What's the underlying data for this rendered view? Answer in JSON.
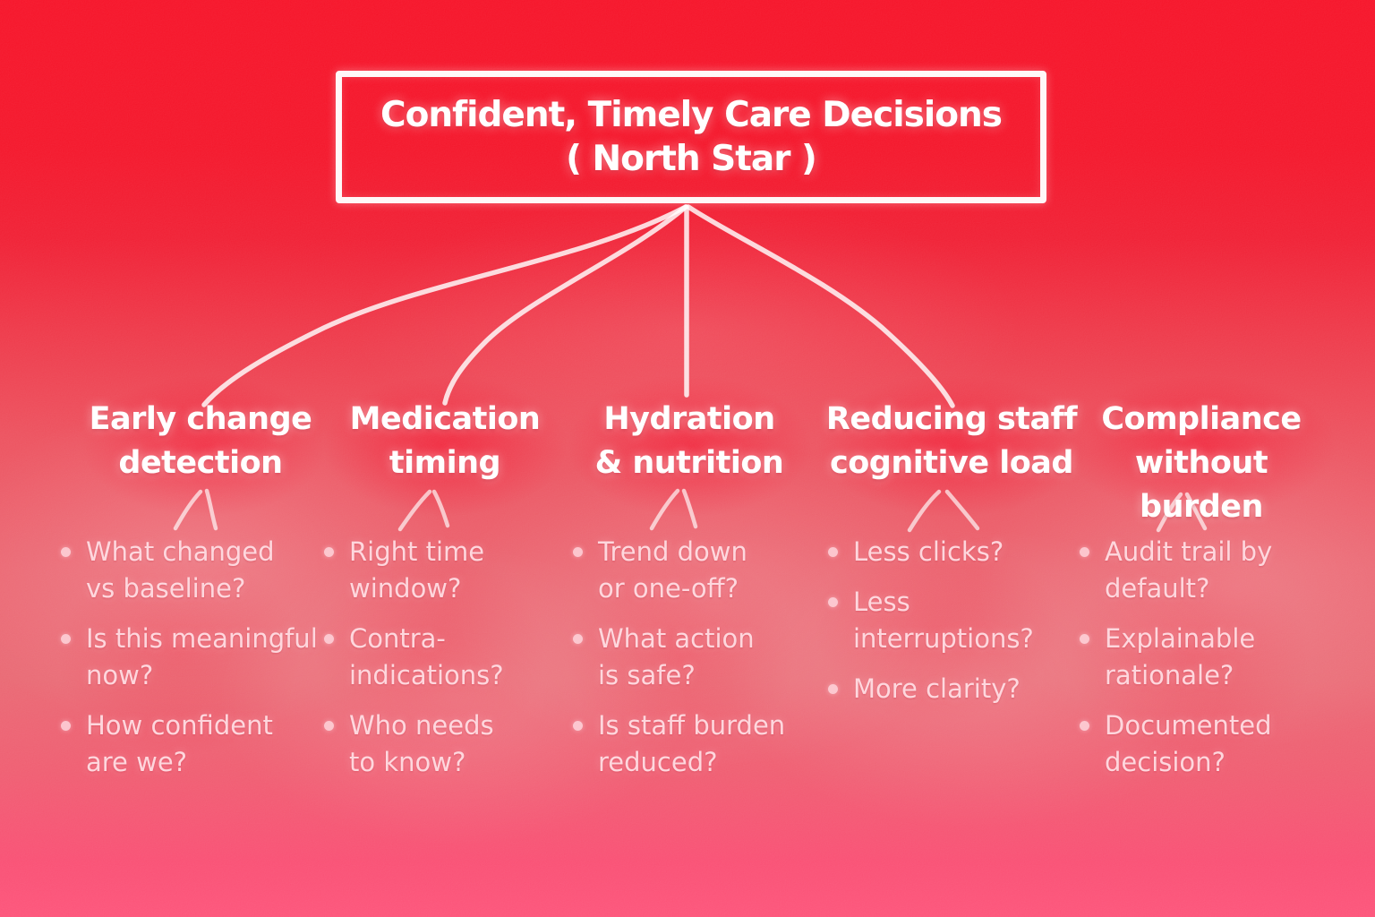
{
  "diagram": {
    "title": {
      "line1": "Confident, Timely Care Decisions",
      "line2": "( North Star )"
    },
    "columns": [
      {
        "heading": "Early change\ndetection",
        "bullets": [
          "What changed\nvs baseline?",
          "Is this meaningful\nnow?",
          "How confident\nare we?"
        ]
      },
      {
        "heading": "Medication\ntiming",
        "bullets": [
          "Right time\nwindow?",
          "Contra-\nindications?",
          "Who needs\nto know?"
        ]
      },
      {
        "heading": "Hydration\n& nutrition",
        "bullets": [
          "Trend down\nor one-off?",
          "What action\nis safe?",
          "Is staff burden\nreduced?"
        ]
      },
      {
        "heading": "Reducing staff\ncognitive load",
        "bullets": [
          "Less clicks?",
          "Less\ninterruptions?",
          "More clarity?"
        ]
      },
      {
        "heading": "Compliance\nwithout burden",
        "bullets": [
          "Audit trail by\ndefault?",
          "Explainable\nrationale?",
          "Documented\ndecision?"
        ]
      }
    ],
    "colors": {
      "background_top": "#f5102a",
      "background_mid": "#ea5f6b",
      "background_bottom": "#fd5077",
      "chalk_white": "#ffffff",
      "soft_text": "#ffdbe1"
    }
  }
}
